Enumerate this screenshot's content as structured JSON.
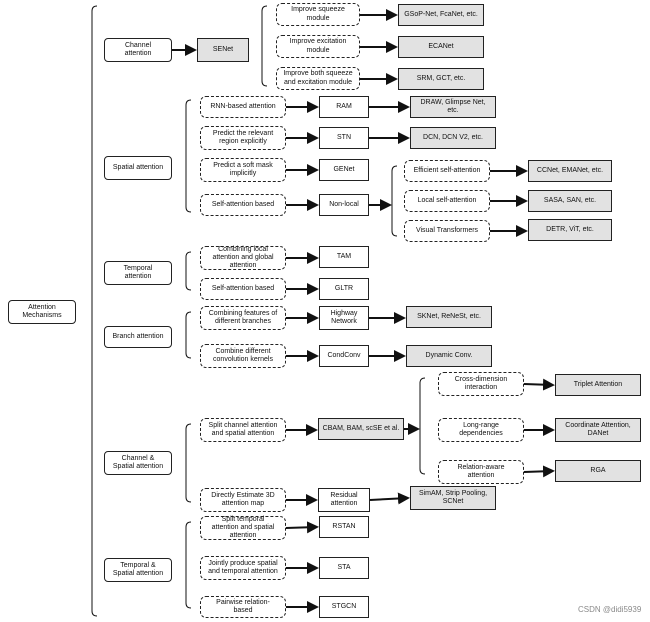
{
  "root": "Attention\nMechanisms",
  "categories": [
    {
      "key": "channel",
      "label": "Channel\nattention",
      "methods": [
        {
          "key": "senet",
          "label": "SENet",
          "style": "gray"
        }
      ],
      "improvements": [
        {
          "key": "squeeze",
          "label": "Improve squeeze\nmodule",
          "result": "GSoP-Net, FcaNet, etc."
        },
        {
          "key": "excitation",
          "label": "Improve excitation\nmodule",
          "result": "ECANet"
        },
        {
          "key": "both",
          "label": "Improve both squeeze\nand excitation module",
          "result": "SRM, GCT, etc."
        }
      ]
    },
    {
      "key": "spatial",
      "label": "Spatial attention",
      "methods": [
        {
          "key": "rnn",
          "label": "RNN-based attention",
          "method": "RAM",
          "result": "DRAW, Glimpse Net, etc."
        },
        {
          "key": "predict-region",
          "label": "Predict the relevant\nregion explicitly",
          "method": "STN",
          "result": "DCN, DCN V2,  etc."
        },
        {
          "key": "soft-mask",
          "label": "Predict a soft mask\nimplicitly",
          "method": "GENet"
        },
        {
          "key": "self-att",
          "label": "Self-attention based",
          "method": "Non-local"
        }
      ],
      "self_attention_variants": [
        {
          "key": "efficient",
          "label": "Efficient self-attention",
          "result": "CCNet, EMANet, etc."
        },
        {
          "key": "local",
          "label": "Local self-attention",
          "result": "SASA, SAN, etc."
        },
        {
          "key": "vit",
          "label": "Visual Transformers",
          "result": "DETR, ViT, etc."
        }
      ]
    },
    {
      "key": "temporal",
      "label": "Temporal\nattention",
      "methods": [
        {
          "key": "combine-local-global",
          "label": "Combining local\nattention and global\nattention",
          "method": "TAM"
        },
        {
          "key": "temporal-self-att",
          "label": "Self-attention based",
          "method": "GLTR"
        }
      ]
    },
    {
      "key": "branch",
      "label": "Branch attention",
      "methods": [
        {
          "key": "combine-features",
          "label": "Combining features of\ndifferent branches",
          "method": "Highway\nNetwork",
          "result": "SKNet, ReNeSt,  etc."
        },
        {
          "key": "combine-kernels",
          "label": "Combine different\nconvolution kernels",
          "method": "CondConv",
          "result": "Dynamic Conv."
        }
      ]
    },
    {
      "key": "channel-spatial",
      "label": "Channel &\nSpatial attention",
      "methods": [
        {
          "key": "split",
          "label": "Split channel attention\nand spatial attention",
          "method": "CBAM, BAM, scSE et al.",
          "method_style": "gray"
        },
        {
          "key": "direct-3d",
          "label": "Directly Estimate 3D\nattention map",
          "method": "Residual\nattention",
          "result": "SimAM, Strip Pooling,\nSCNet"
        }
      ],
      "split_variants": [
        {
          "key": "cross-dim",
          "label": "Cross-dimension\ninteraction",
          "result": "Triplet Attention"
        },
        {
          "key": "long-range",
          "label": "Long-range\ndependencies",
          "result": "Coordinate Attention,\nDANet"
        },
        {
          "key": "relation",
          "label": "Relation-aware\nattention",
          "result": "RGA"
        }
      ]
    },
    {
      "key": "temporal-spatial",
      "label": "Temporal &\nSpatial attention",
      "methods": [
        {
          "key": "split-ts",
          "label": "Split temporal\nattention and spatial\nattention",
          "method": "RSTAN"
        },
        {
          "key": "joint",
          "label": "Jointly produce spatial\nand temporal attention",
          "method": "STA"
        },
        {
          "key": "pairwise",
          "label": "Pairwise relation-\nbased",
          "method": "STGCN"
        }
      ]
    }
  ],
  "watermark": "CSDN @didi5939",
  "colors": {
    "line": "#111111",
    "fill_gray": "#e2e2e2"
  }
}
